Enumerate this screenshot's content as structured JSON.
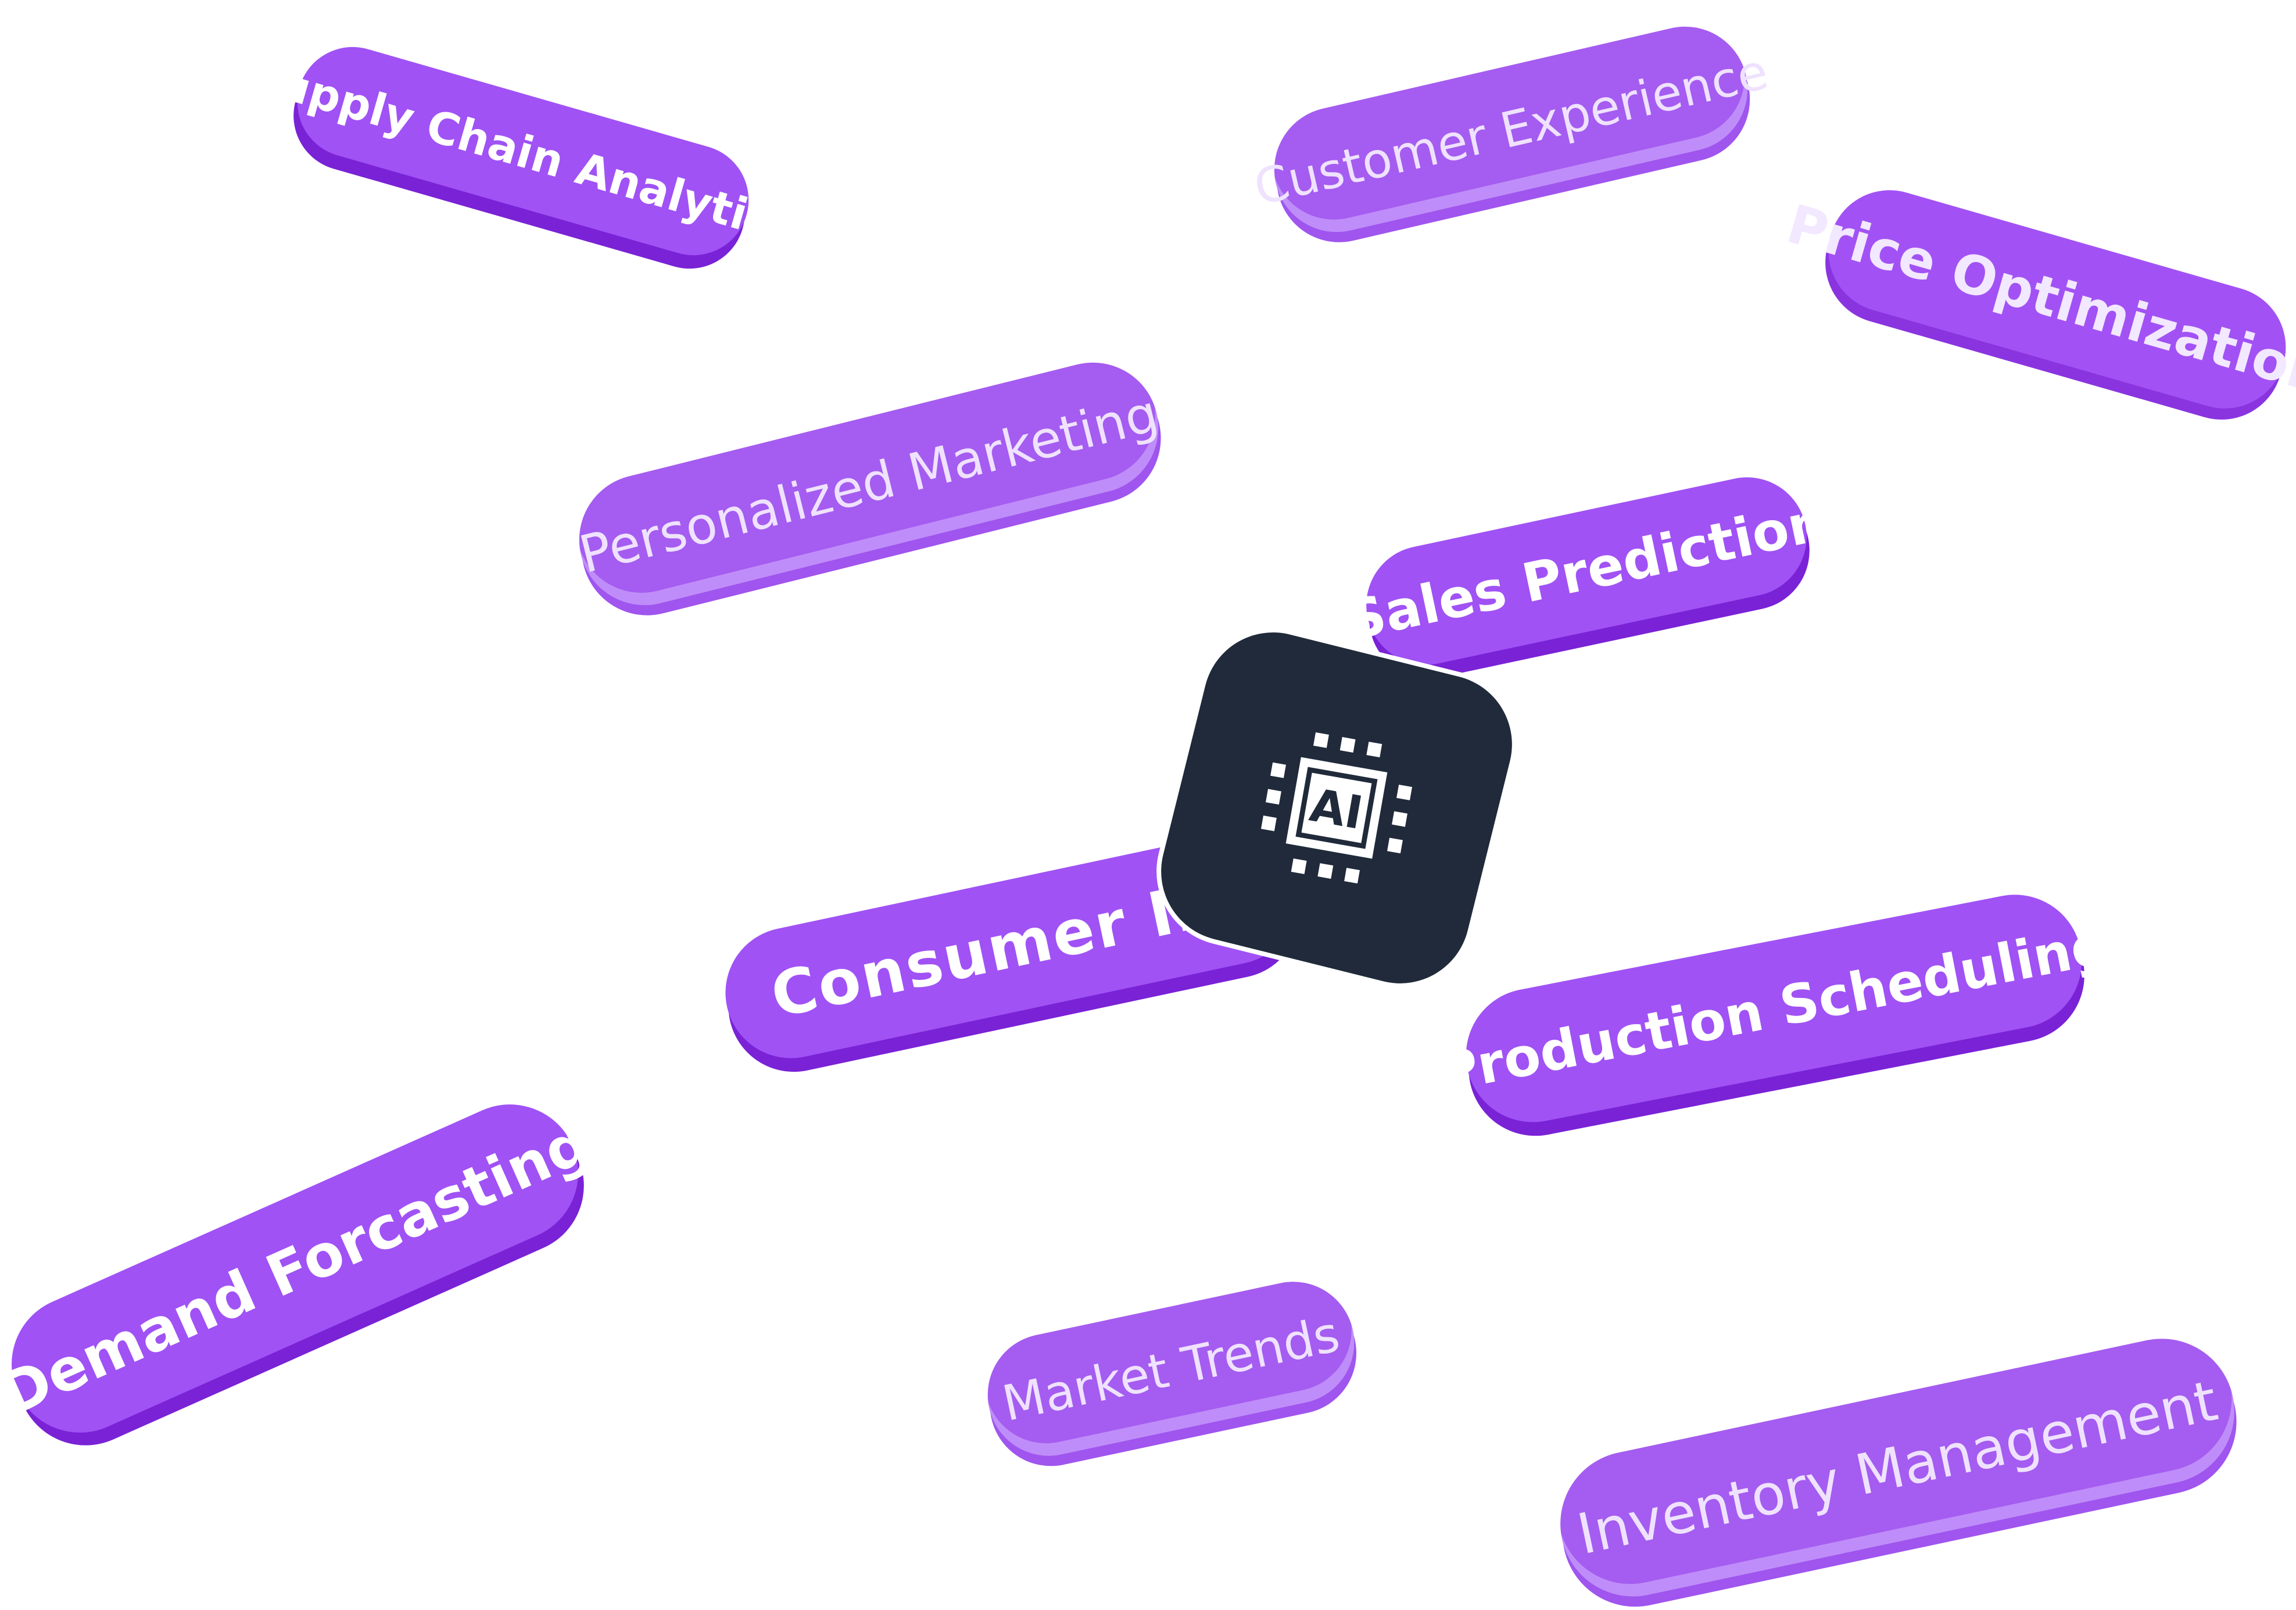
{
  "center": {
    "icon": "ai-chip-icon",
    "label": "AI"
  },
  "topics": [
    {
      "key": "supply",
      "label": "Supply Chain Analytics"
    },
    {
      "key": "customer",
      "label": "Customer Experience"
    },
    {
      "key": "price",
      "label": "Price Optimization"
    },
    {
      "key": "personalized",
      "label": "Personalized Marketing"
    },
    {
      "key": "sales",
      "label": "Sales Prediction"
    },
    {
      "key": "consumer",
      "label": "Consumer Insi"
    },
    {
      "key": "production",
      "label": "Production Scheduling"
    },
    {
      "key": "demand",
      "label": "Demand Forcasting"
    },
    {
      "key": "market",
      "label": "Market Trends"
    },
    {
      "key": "inventory",
      "label": "Inventory Management"
    }
  ],
  "colors": {
    "pill": "#a052f5",
    "pill_edge": "#7a22d6",
    "pill_highlight": "#bf8df9",
    "tile": "#202a3a",
    "chip": "#ffffff"
  }
}
